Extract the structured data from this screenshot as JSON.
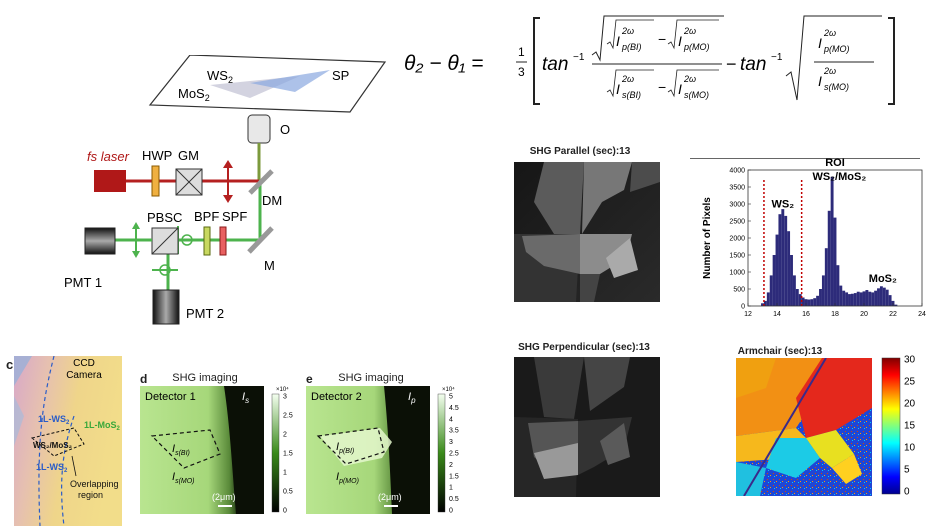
{
  "setup": {
    "ws2_label": "WS",
    "mos2_label": "MoS",
    "sub2": "2",
    "sp_label": "SP",
    "o_label": "O",
    "fs_laser": "fs laser",
    "hwp": "HWP",
    "gm": "GM",
    "dm": "DM",
    "pbsc": "PBSC",
    "bpf": "BPF",
    "spf": "SPF",
    "m": "M",
    "pmt1": "PMT 1",
    "pmt2": "PMT 2"
  },
  "equation": {
    "lhs": "θ₂ − θ₁ =",
    "frac_num": "1",
    "frac_den": "3",
    "tan_inv": "tan",
    "inv_sup": "−1",
    "minus": "−",
    "ip": "I",
    "two_omega": "2ω",
    "p_bi": "p(BI)",
    "p_mo": "p(MO)",
    "s_bi": "s(BI)",
    "s_mo": "s(MO)"
  },
  "par_image": {
    "title": "SHG Parallel (sec):13"
  },
  "perp_image": {
    "title": "SHG Perpendicular (sec):13"
  },
  "armchair": {
    "title": "Armchair (sec):13",
    "colorbar_ticks": [
      "30",
      "25",
      "20",
      "15",
      "10",
      "5",
      "0"
    ]
  },
  "panel_c": {
    "letter": "c",
    "ccd1": "CCD",
    "ccd2": "Camera",
    "l1ws2": "1L-WS",
    "l1mos2": "1L-MoS",
    "ws2mos2": "WS₂/MoS₂",
    "l1ws2b": "1L-WS",
    "overlap1": "Overlapping",
    "overlap2": "region"
  },
  "panel_d": {
    "letter": "d",
    "title": "SHG imaging",
    "detector": "Detector 1",
    "corner": "I",
    "corner_sub": "s",
    "region_bi": "I",
    "region_bi_sub": "s(BI)",
    "region_mo": "I",
    "region_mo_sub": "s(MO)",
    "scale": "(2μm)",
    "cb_exp": "×10⁴",
    "cb_ticks": [
      "3",
      "2.5",
      "2",
      "1.5",
      "1",
      "0.5",
      "0"
    ]
  },
  "panel_e": {
    "letter": "e",
    "title": "SHG imaging",
    "detector": "Detector 2",
    "corner": "I",
    "corner_sub": "p",
    "region_bi": "I",
    "region_bi_sub": "p(BI)",
    "region_mo": "I",
    "region_mo_sub": "p(MO)",
    "scale": "(2μm)",
    "cb_exp": "×10⁴",
    "cb_ticks": [
      "5",
      "4.5",
      "4",
      "3.5",
      "3",
      "2.5",
      "2",
      "1.5",
      "1",
      "0.5",
      "0"
    ]
  },
  "chart_data": {
    "type": "bar",
    "title": "ROI",
    "xlabel": "",
    "ylabel": "Number of Pixels",
    "xlim": [
      12,
      24
    ],
    "ylim": [
      0,
      4000
    ],
    "xticks": [
      12,
      14,
      16,
      18,
      20,
      22,
      24
    ],
    "yticks": [
      0,
      500,
      1000,
      1500,
      2000,
      2500,
      3000,
      3500,
      4000
    ],
    "bar_color": "#2d2b7a",
    "threshold_color": "#c00000",
    "thresholds": [
      13.1,
      15.7
    ],
    "annotations": [
      {
        "text": "WS₂",
        "x": 14.4,
        "y": 2900
      },
      {
        "text": "WS₂/MoS₂",
        "x": 18.3,
        "y": 3700
      },
      {
        "text": "MoS₂",
        "x": 21.3,
        "y": 700
      }
    ],
    "x": [
      13.0,
      13.2,
      13.4,
      13.6,
      13.8,
      14.0,
      14.2,
      14.4,
      14.6,
      14.8,
      15.0,
      15.2,
      15.4,
      15.6,
      15.8,
      16.0,
      16.2,
      16.4,
      16.6,
      16.8,
      17.0,
      17.2,
      17.4,
      17.6,
      17.8,
      18.0,
      18.2,
      18.4,
      18.6,
      18.8,
      19.0,
      19.2,
      19.4,
      19.6,
      19.8,
      20.0,
      20.2,
      20.4,
      20.6,
      20.8,
      21.0,
      21.2,
      21.4,
      21.6,
      21.8,
      22.0,
      22.2
    ],
    "values": [
      80,
      150,
      400,
      900,
      1500,
      2100,
      2700,
      2850,
      2650,
      2200,
      1500,
      900,
      500,
      350,
      250,
      200,
      190,
      200,
      230,
      300,
      500,
      900,
      1700,
      2800,
      3800,
      2600,
      1200,
      600,
      450,
      400,
      350,
      360,
      380,
      420,
      400,
      430,
      470,
      420,
      400,
      450,
      520,
      580,
      540,
      480,
      320,
      150,
      40
    ]
  }
}
